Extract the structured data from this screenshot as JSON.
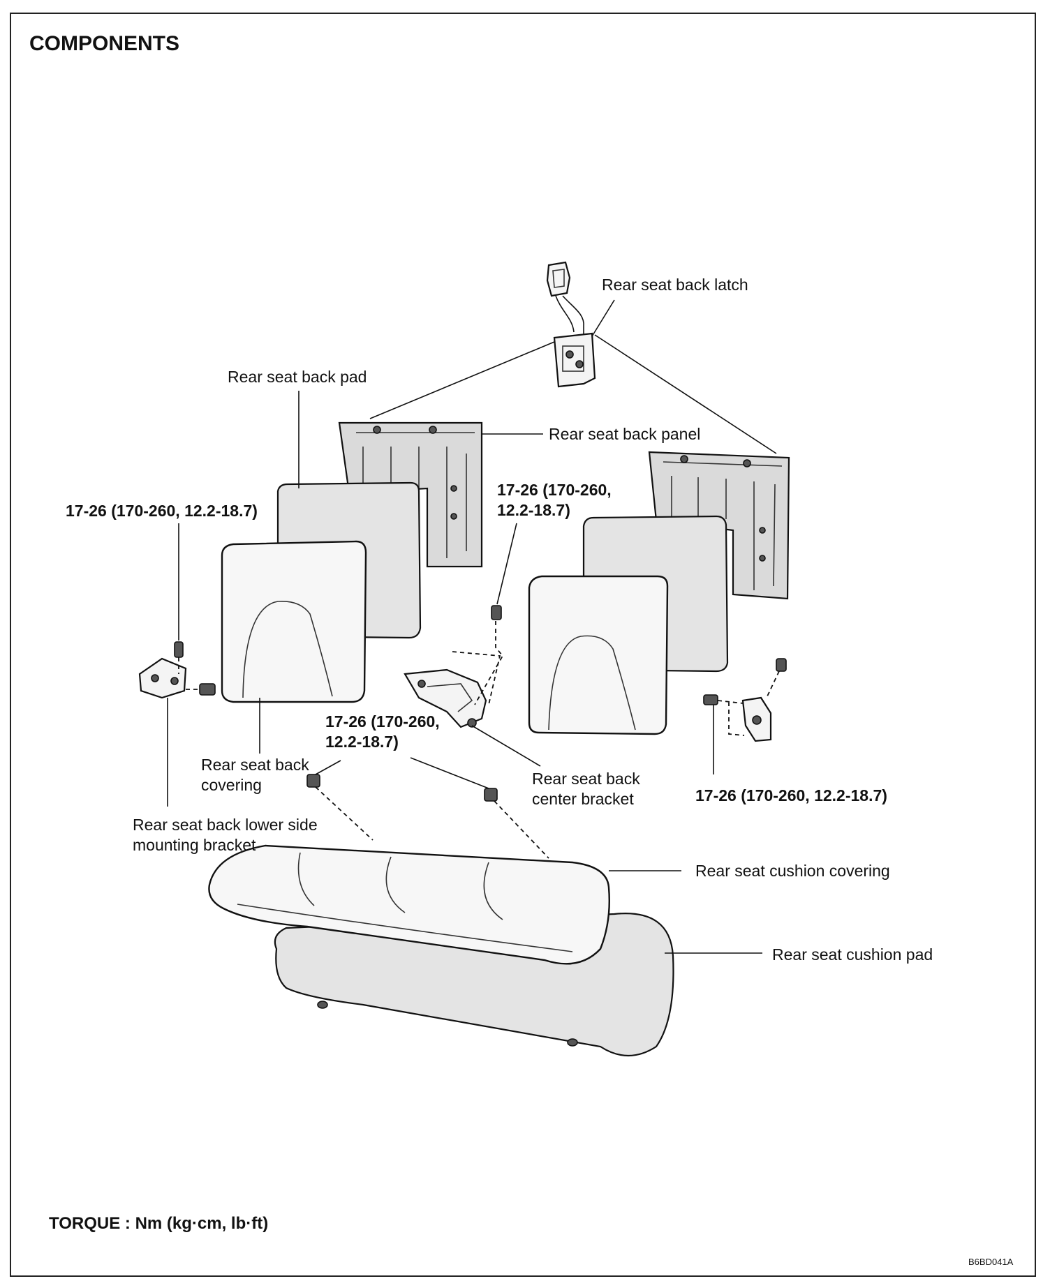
{
  "title": "COMPONENTS",
  "labels": {
    "latch": "Rear seat back latch",
    "back_pad": "Rear seat back pad",
    "back_panel": "Rear seat back panel",
    "torque_left": "17-26 (170-260, 12.2-18.7)",
    "torque_center_upper": "17-26 (170-260,\n12.2-18.7)",
    "torque_center_lower": "17-26 (170-260,\n12.2-18.7)",
    "torque_right": "17-26 (170-260, 12.2-18.7)",
    "back_covering": "Rear seat back\ncovering",
    "center_bracket": "Rear seat back\ncenter bracket",
    "lower_side_bracket": "Rear seat back lower side\nmounting bracket",
    "cushion_covering": "Rear seat cushion covering",
    "cushion_pad": "Rear seat cushion pad"
  },
  "torque_unit": "TORQUE : Nm (kg·cm, lb·ft)",
  "figure_code": "B6BD041A"
}
